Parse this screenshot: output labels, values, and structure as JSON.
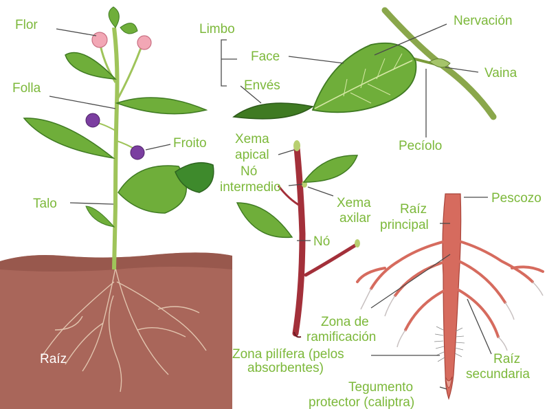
{
  "colors": {
    "label": "#7cb83a",
    "leaf": "#6fae3a",
    "leaf_dark": "#3f7a22",
    "stem": "#9fc45a",
    "soil": "#a9665a",
    "root_red": "#d66b5e",
    "twig": "#a3303a",
    "fruit": "#7b3ea0",
    "flower": "#f2a7b5"
  },
  "labels": {
    "flor": "Flor",
    "folla": "Folla",
    "froito": "Froito",
    "talo": "Talo",
    "raiz": "Raíz",
    "limbo": "Limbo",
    "face": "Face",
    "enves": "Envés",
    "nervacion": "Nervación",
    "vaina": "Vaina",
    "peciolo": "Pecíolo",
    "xema_apical_1": "Xema",
    "xema_apical_2": "apical",
    "no_intermedio_1": "Nó",
    "no_intermedio_2": "intermedio",
    "xema_axilar_1": "Xema",
    "xema_axilar_2": "axilar",
    "no": "Nó",
    "pescozo": "Pescozo",
    "raiz_principal_1": "Raíz",
    "raiz_principal_2": "principal",
    "zona_ramificacion_1": "Zona de",
    "zona_ramificacion_2": "ramificación",
    "zona_pilifera_1": "Zona pilífera (pelos",
    "zona_pilifera_2": "absorbentes)",
    "raiz_secundaria_1": "Raíz",
    "raiz_secundaria_2": "secundaria",
    "tegumento_1": "Tegumento",
    "tegumento_2": "protector (caliptra)"
  }
}
